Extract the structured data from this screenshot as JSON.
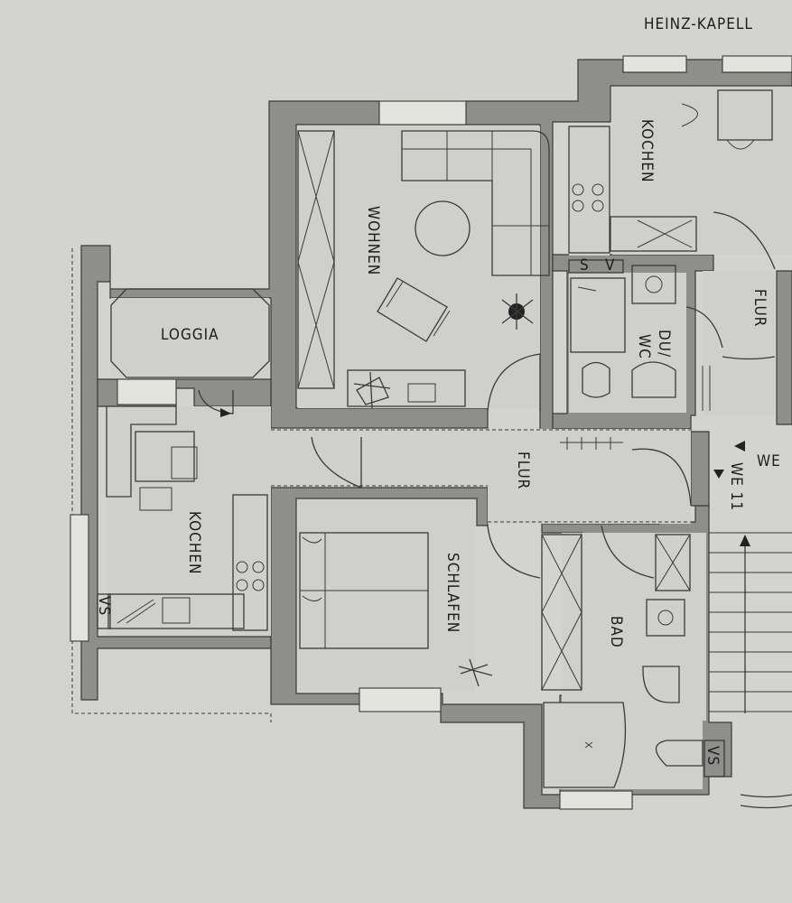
{
  "header": {
    "street_name": "HEINZ-KAPELL"
  },
  "rooms": {
    "loggia": "LOGGIA",
    "wohnen": "WOHNEN",
    "kochen_left": "KOCHEN",
    "flur_center": "FLUR",
    "schlafen": "SCHLAFEN",
    "bad": "BAD",
    "kochen_right": "KOCHEN",
    "du_wc": [
      "DU/",
      "WC"
    ],
    "flur_right": "FLUR"
  },
  "markers": {
    "we_label": "WE",
    "we_number": "WE 11",
    "vs_label": "VS",
    "v_label": "V",
    "s_label": "S"
  }
}
